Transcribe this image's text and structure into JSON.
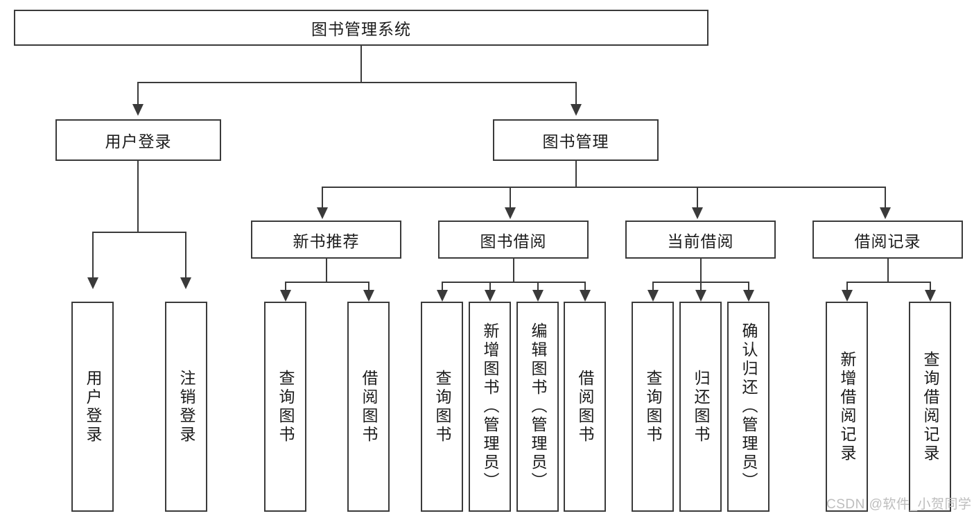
{
  "diagram": {
    "title": "图书管理系统",
    "root": {
      "label": "图书管理系统"
    },
    "level2": [
      {
        "label": "用户登录"
      },
      {
        "label": "图书管理"
      }
    ],
    "level3": [
      {
        "label": "新书推荐"
      },
      {
        "label": "图书借阅"
      },
      {
        "label": "当前借阅"
      },
      {
        "label": "借阅记录"
      }
    ],
    "leaves": {
      "user_login": [
        {
          "label": "用户登录"
        },
        {
          "label": "注销登录"
        }
      ],
      "new_book": [
        {
          "label": "查询图书"
        },
        {
          "label": "借阅图书"
        }
      ],
      "book_borrow": [
        {
          "label": "查询图书"
        },
        {
          "label": "新增图书（管理员）"
        },
        {
          "label": "编辑图书（管理员）"
        },
        {
          "label": "借阅图书"
        }
      ],
      "current_borrow": [
        {
          "label": "查询图书"
        },
        {
          "label": "归还图书"
        },
        {
          "label": "确认归还（管理员）"
        }
      ],
      "borrow_record": [
        {
          "label": "新增借阅记录"
        },
        {
          "label": "查询借阅记录"
        }
      ]
    }
  },
  "watermark": {
    "text": "CSDN @软件_小贺同学"
  },
  "colors": {
    "stroke": "#3a3a3a",
    "background": "#ffffff",
    "text": "#1b1b1b",
    "watermark": "#bdbdbd"
  }
}
